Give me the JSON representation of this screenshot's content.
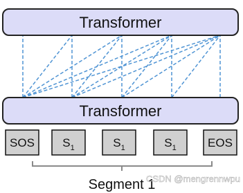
{
  "layers": {
    "top_label": "Transformer",
    "bottom_label": "Transformer"
  },
  "tokens": [
    {
      "base": "SOS",
      "sub": ""
    },
    {
      "base": "S",
      "sub": "1"
    },
    {
      "base": "S",
      "sub": "1"
    },
    {
      "base": "S",
      "sub": "1"
    },
    {
      "base": "EOS",
      "sub": ""
    }
  ],
  "segment": {
    "label": "Segment 1"
  },
  "watermark": "CSDN @mengrennwpu",
  "colors": {
    "layer_fill": "#dcdcf8",
    "token_fill": "#d0d0d0",
    "connection": "#4f94d4",
    "brace": "#8a8a8a"
  }
}
